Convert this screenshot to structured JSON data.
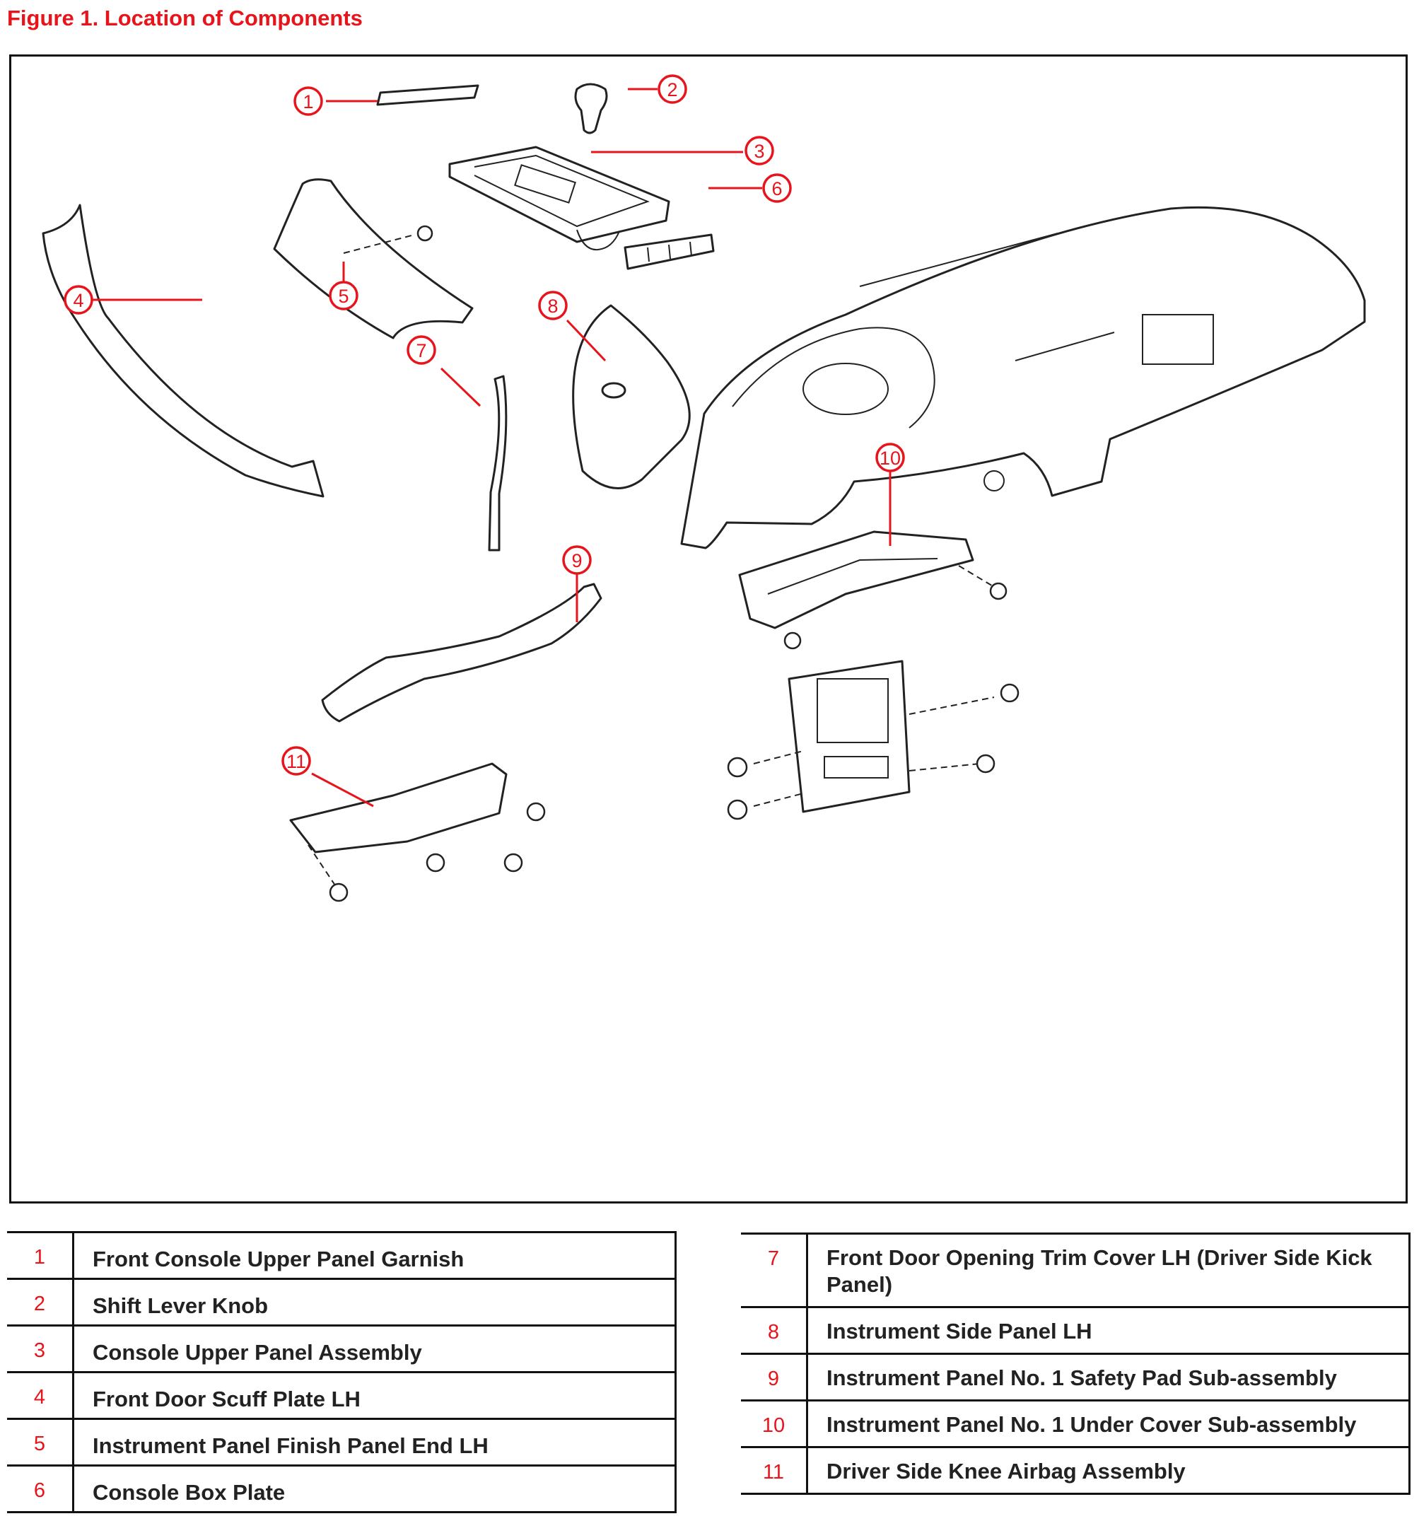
{
  "figure": {
    "title": "Figure 1.  Location of Components"
  },
  "callouts": [
    "1",
    "2",
    "3",
    "4",
    "5",
    "6",
    "7",
    "8",
    "9",
    "10",
    "11"
  ],
  "components": [
    {
      "number": "1",
      "name": "Front Console Upper Panel Garnish"
    },
    {
      "number": "2",
      "name": "Shift Lever Knob"
    },
    {
      "number": "3",
      "name": "Console Upper Panel Assembly"
    },
    {
      "number": "4",
      "name": "Front Door Scuff Plate LH"
    },
    {
      "number": "5",
      "name": "Instrument Panel Finish Panel End LH"
    },
    {
      "number": "6",
      "name": "Console Box Plate"
    },
    {
      "number": "7",
      "name": "Front Door Opening Trim Cover LH (Driver Side Kick Panel)"
    },
    {
      "number": "8",
      "name": "Instrument Side Panel LH"
    },
    {
      "number": "9",
      "name": "Instrument Panel No. 1 Safety Pad Sub-assembly"
    },
    {
      "number": "10",
      "name": "Instrument Panel No. 1 Under Cover Sub-assembly"
    },
    {
      "number": "11",
      "name": "Driver Side Knee Airbag Assembly"
    }
  ],
  "colors": {
    "callout_red": "#e8141c",
    "line_art": "#222222"
  }
}
